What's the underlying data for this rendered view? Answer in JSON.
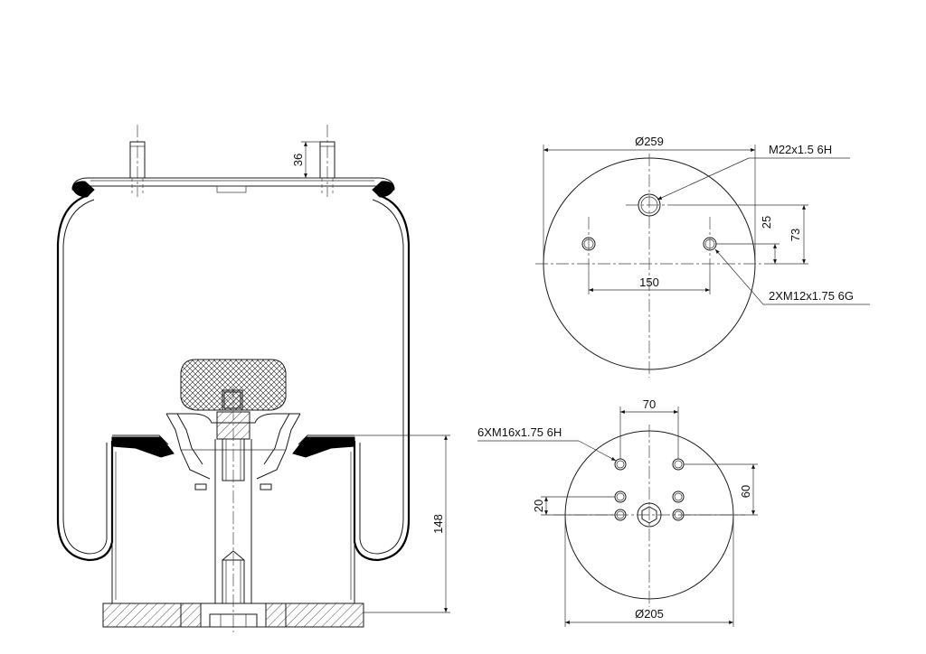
{
  "side_view": {
    "dim_stud_height": "36",
    "dim_piston_height": "148"
  },
  "top_view": {
    "dim_diameter": "Ø259",
    "label_center_thread": "M22x1.5 6H",
    "label_side_threads": "2XM12x1.75 6G",
    "dim_offset_small": "25",
    "dim_offset_large": "73",
    "dim_hole_spacing": "150"
  },
  "bottom_view": {
    "dim_diameter": "Ø205",
    "label_threads": "6XM16x1.75 6H",
    "dim_horizontal": "70",
    "dim_vertical_right": "60",
    "dim_vertical_left": "20"
  },
  "colors": {
    "line": "#1a1a1a",
    "background": "#ffffff"
  }
}
